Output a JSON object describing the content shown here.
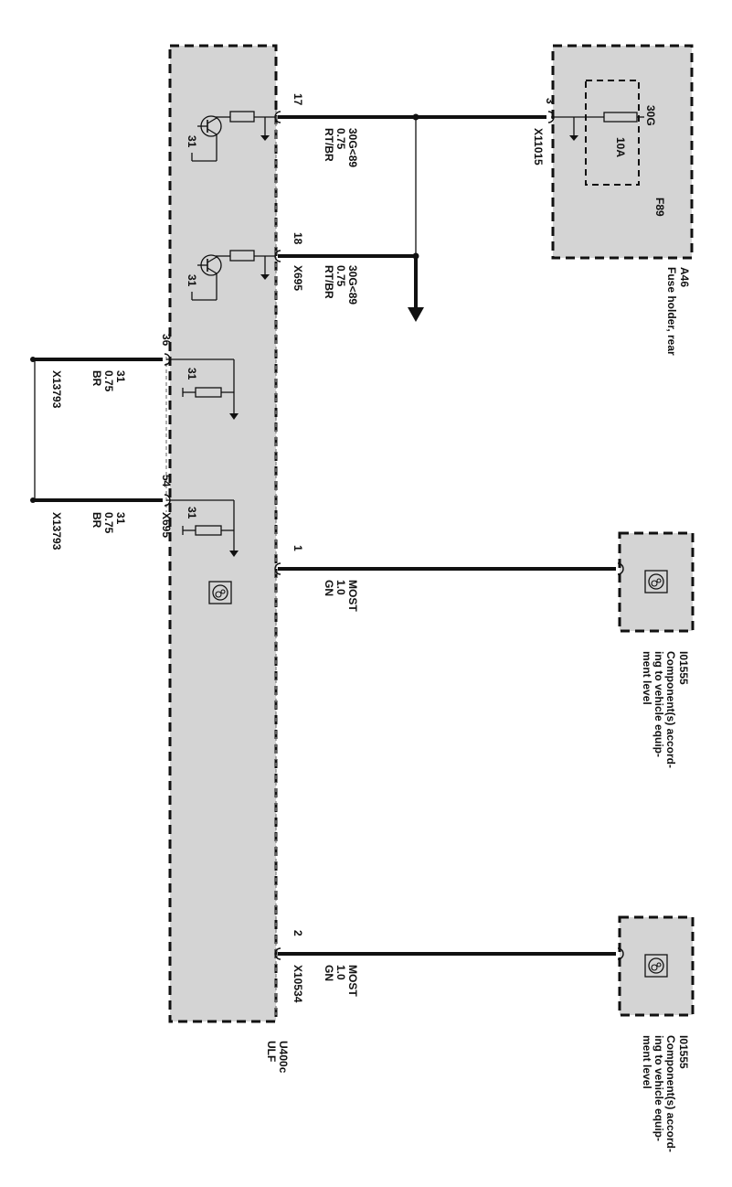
{
  "ulf": {
    "id": "U400c",
    "name": "ULF"
  },
  "fuse_holder": {
    "id": "A46",
    "name": "Fuse holder, rear",
    "fuse_id": "F89",
    "rating": "10A",
    "terminal": "30G",
    "connector": "X11015",
    "pin": "3"
  },
  "components": [
    {
      "id": "I01555",
      "desc1": "Component(s) accord-",
      "desc2": "ing to vehicle equip-",
      "desc3": "ment level"
    },
    {
      "id": "I01555",
      "desc1": "Component(s) accord-",
      "desc2": "ing to vehicle equip-",
      "desc3": "ment level"
    }
  ],
  "wires": [
    {
      "pin": "17",
      "signal": "30G<89",
      "size": "0.75",
      "color": "RT/BR"
    },
    {
      "pin": "18",
      "signal": "30G<89",
      "size": "0.75",
      "color": "RT/BR",
      "connector": "X695"
    },
    {
      "pin": "1",
      "signal": "MOST",
      "size": "1.0",
      "color": "GN"
    },
    {
      "pin": "2",
      "signal": "MOST",
      "size": "1.0",
      "color": "GN",
      "connector": "X10534"
    }
  ],
  "grounds": [
    {
      "pin": "36",
      "signal": "31",
      "size": "0.75",
      "color": "BR",
      "connector": "X13793"
    },
    {
      "pin": "54",
      "signal": "31",
      "size": "0.75",
      "color": "BR",
      "connector": "X13793",
      "module_connector": "X695"
    }
  ],
  "internal_labels": {
    "ground_31": "31"
  }
}
